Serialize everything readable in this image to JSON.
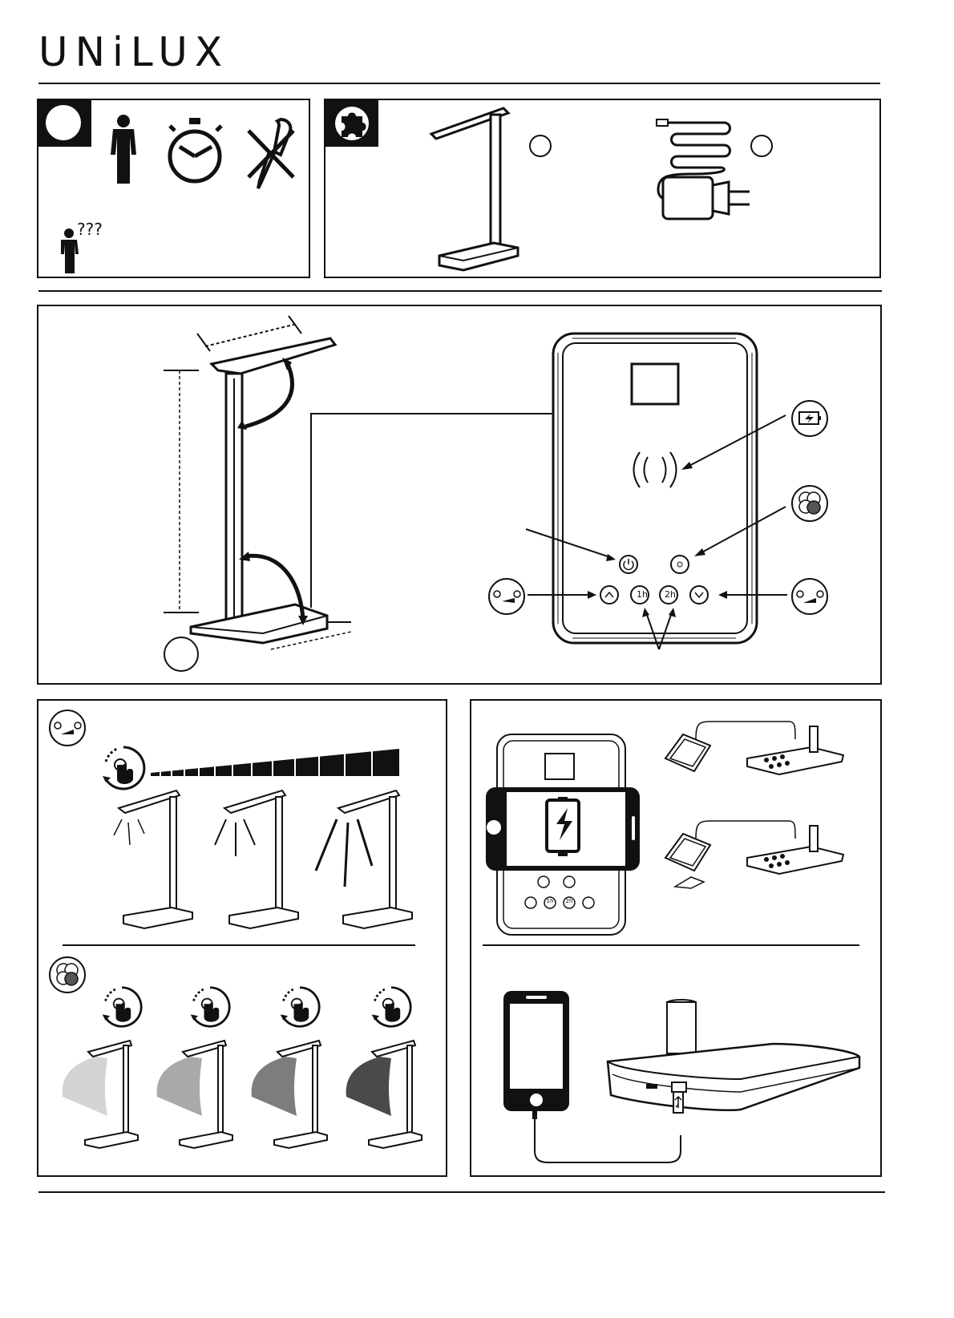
{
  "brand": {
    "logo_text": "UNiLUX"
  },
  "panel_b_buttons": {
    "timer_1h": "1h",
    "timer_2h": "2h"
  },
  "panel_c_buttons": {
    "timer_1h": "1h",
    "timer_2h": "2h"
  },
  "icons": {
    "intro": [
      "person-icon",
      "clock-icon",
      "no-screwdriver-icon",
      "confused-person-icon"
    ],
    "contents": [
      "puzzle-icon",
      "desk-lamp-icon",
      "charger-adapter-icon"
    ],
    "controls": [
      "wireless-charging-icon",
      "color-temperature-icon",
      "brightness-down-icon",
      "brightness-up-icon",
      "power-icon",
      "light-mode-icon",
      "up-arrow-icon",
      "down-arrow-icon"
    ],
    "instructions": [
      "touch-hold-icon",
      "smartphone-icon",
      "usb-cable-icon"
    ]
  },
  "colors": {
    "line": "#111111",
    "shade_1": "#d4d4d4",
    "shade_2": "#a9a9a9",
    "shade_3": "#7d7d7d",
    "shade_4": "#4a4a4a"
  }
}
